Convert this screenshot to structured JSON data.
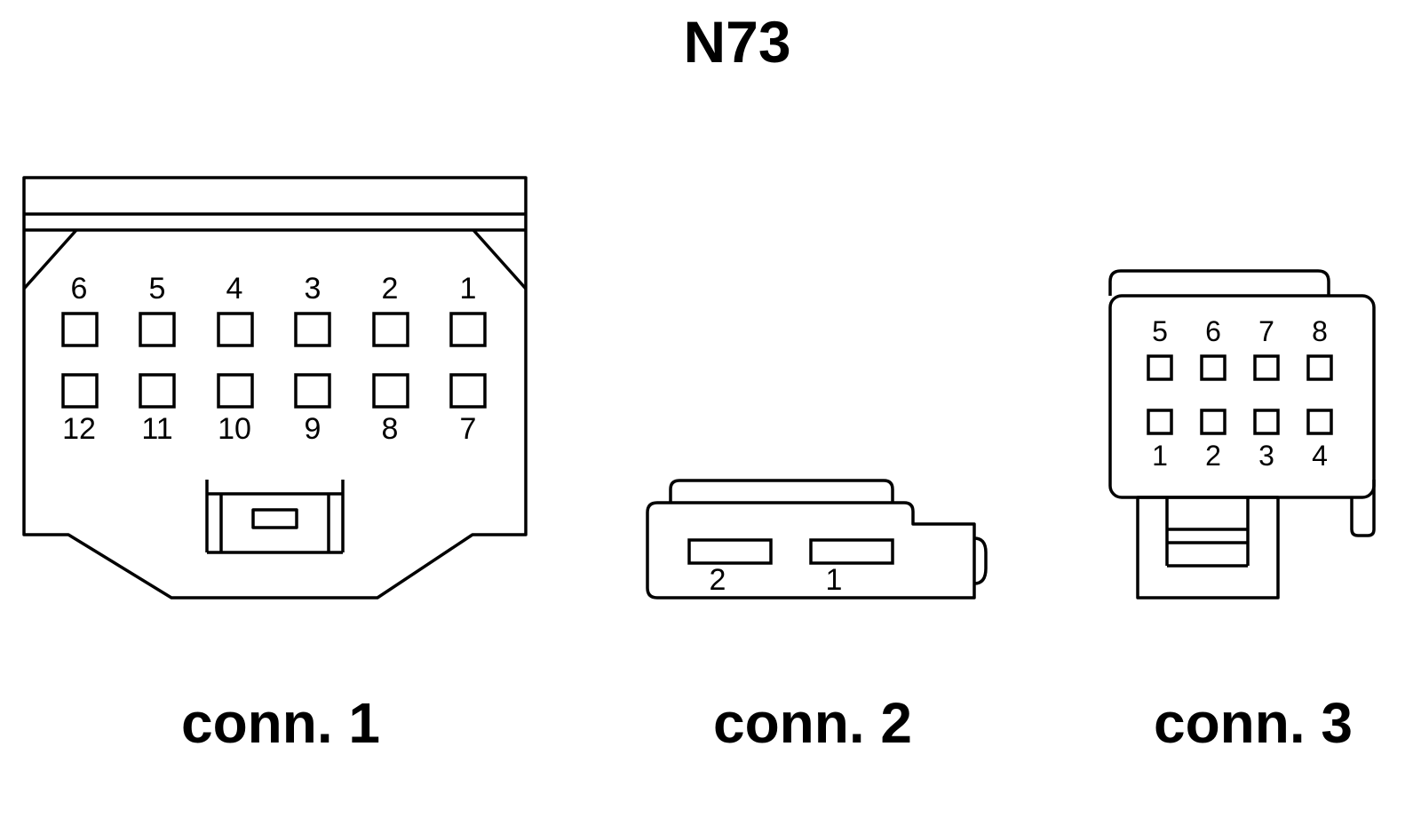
{
  "title": "N73",
  "connectors": [
    {
      "caption": "conn. 1",
      "pins_top": [
        "6",
        "5",
        "4",
        "3",
        "2",
        "1"
      ],
      "pins_bottom": [
        "12",
        "11",
        "10",
        "9",
        "8",
        "7"
      ]
    },
    {
      "caption": "conn. 2",
      "pins": [
        "2",
        "1"
      ]
    },
    {
      "caption": "conn. 3",
      "pins_top": [
        "5",
        "6",
        "7",
        "8"
      ],
      "pins_bottom": [
        "1",
        "2",
        "3",
        "4"
      ]
    }
  ]
}
